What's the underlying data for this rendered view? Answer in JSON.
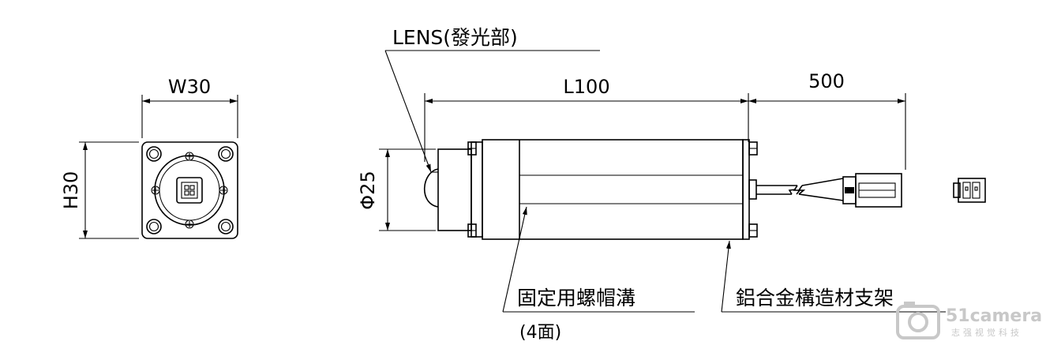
{
  "dimensions": {
    "width": "W30",
    "height": "H30",
    "diameter": "Φ25",
    "length": "L100",
    "cable": "500"
  },
  "labels": {
    "lens": "LENS(發光部)",
    "groove": "固定用螺帽溝",
    "groove_note": "(4面)",
    "frame": "鋁合金構造材支架"
  },
  "watermark": {
    "brand": "51camera",
    "tagline": "志强视觉科技"
  }
}
